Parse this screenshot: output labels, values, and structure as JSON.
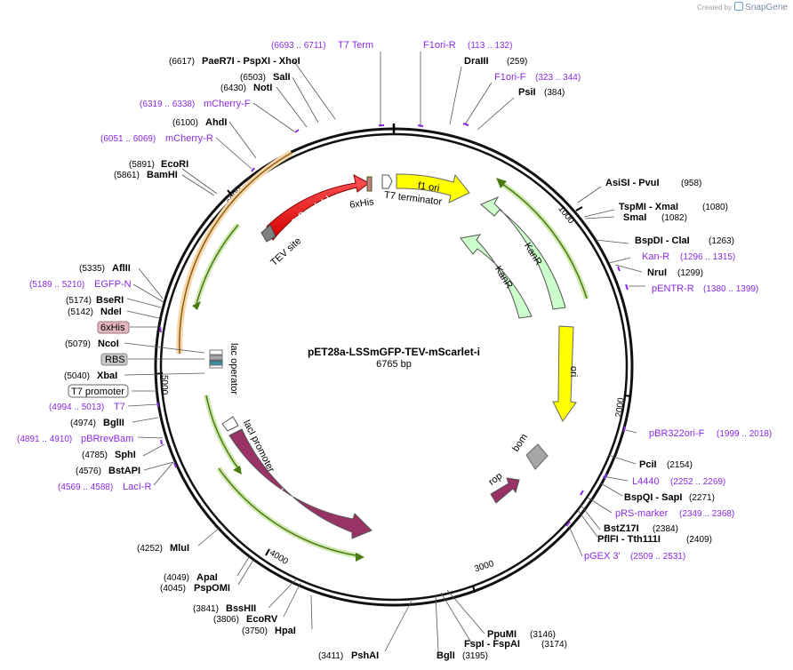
{
  "brand": {
    "created_by": "Created by",
    "name": "SnapGene"
  },
  "plasmid": {
    "name": "pET28a-LSSmGFP-TEV-mScarlet-i",
    "size": "6765 bp"
  },
  "ticks": [
    "1000",
    "2000",
    "3000",
    "4000",
    "5000",
    "6000"
  ],
  "features": {
    "mscarlet": "mScarlet-I",
    "his": "6xHis",
    "t7term": "T7 terminator",
    "f1ori": "f1 ori",
    "kanr1": "KanR",
    "kanr2": "KanR",
    "ori": "ori",
    "bom": "bom",
    "rop": "rop",
    "laci": "lacI",
    "laciprom": "lacI promoter",
    "lacop": "lac operator",
    "tev": "TEV site"
  },
  "labels": {
    "t7term_primer": {
      "pos": "(6693 .. 6711)",
      "name": "T7 Term"
    },
    "f1ori_r": {
      "name": "F1ori-R",
      "pos": "(113 .. 132)"
    },
    "draiii": {
      "name": "DraIII",
      "pos": "(259)"
    },
    "f1ori_f": {
      "name": "F1ori-F",
      "pos": "(323 .. 344)"
    },
    "psii": {
      "name": "PsiI",
      "pos": "(384)"
    },
    "asisi": {
      "name": "AsiSI - PvuI",
      "pos": "(958)"
    },
    "tspmi": {
      "name": "TspMI - XmaI",
      "pos": "(1080)"
    },
    "smai": {
      "name": "SmaI",
      "pos": "(1082)"
    },
    "bspdi": {
      "name": "BspDI - ClaI",
      "pos": "(1263)"
    },
    "kanr_primer": {
      "name": "Kan-R",
      "pos": "(1296 .. 1315)"
    },
    "nrui": {
      "name": "NruI",
      "pos": "(1299)"
    },
    "pentr": {
      "name": "pENTR-R",
      "pos": "(1380 .. 1399)"
    },
    "pbr322": {
      "name": "pBR322ori-F",
      "pos": "(1999 .. 2018)"
    },
    "pcii": {
      "name": "PciI",
      "pos": "(2154)"
    },
    "l4440": {
      "name": "L4440",
      "pos": "(2252 .. 2269)"
    },
    "bspqi": {
      "name": "BspQI - SapI",
      "pos": "(2271)"
    },
    "prs": {
      "name": "pRS-marker",
      "pos": "(2349 .. 2368)"
    },
    "bstz17i": {
      "name": "BstZ17I",
      "pos": "(2384)"
    },
    "pflfi": {
      "name": "PflFI - Tth111I",
      "pos": "(2409)"
    },
    "pgex": {
      "name": "pGEX 3'",
      "pos": "(2509 .. 2531)"
    },
    "ppumi": {
      "name": "PpuMI",
      "pos": "(3146)"
    },
    "fspi": {
      "name": "FspI - FspAI",
      "pos": "(3174)"
    },
    "bgli": {
      "name": "BglI",
      "pos": "(3195)"
    },
    "pshai": {
      "pos": "(3411)",
      "name": "PshAI"
    },
    "hpai": {
      "pos": "(3750)",
      "name": "HpaI"
    },
    "ecorv": {
      "pos": "(3806)",
      "name": "EcoRV"
    },
    "bsshii": {
      "pos": "(3841)",
      "name": "BssHII"
    },
    "pspomi": {
      "pos": "(4045)",
      "name": "PspOMI"
    },
    "apai": {
      "pos": "(4049)",
      "name": "ApaI"
    },
    "mlui": {
      "pos": "(4252)",
      "name": "MluI"
    },
    "laci_r": {
      "pos": "(4569 .. 4588)",
      "name": "LacI-R"
    },
    "bstapi": {
      "pos": "(4576)",
      "name": "BstAPI"
    },
    "sphi": {
      "pos": "(4785)",
      "name": "SphI"
    },
    "pbrrevbam": {
      "pos": "(4891 .. 4910)",
      "name": "pBRrevBam"
    },
    "bglii": {
      "pos": "(4974)",
      "name": "BglII"
    },
    "t7": {
      "pos": "(4994 .. 5013)",
      "name": "T7"
    },
    "t7prom": {
      "name": "T7 promoter"
    },
    "xbai": {
      "pos": "(5040)",
      "name": "XbaI"
    },
    "rbs": {
      "name": "RBS"
    },
    "ncoi": {
      "pos": "(5079)",
      "name": "NcoI"
    },
    "his_box": {
      "name": "6xHis"
    },
    "ndei": {
      "pos": "(5142)",
      "name": "NdeI"
    },
    "bseri": {
      "pos": "(5174)",
      "name": "BseRI"
    },
    "egfpn": {
      "pos": "(5189 .. 5210)",
      "name": "EGFP-N"
    },
    "aflii": {
      "pos": "(5335)",
      "name": "AflII"
    },
    "bamhi": {
      "pos": "(5861)",
      "name": "BamHI"
    },
    "ecori": {
      "pos": "(5891)",
      "name": "EcoRI"
    },
    "mcherryr": {
      "pos": "(6051 .. 6069)",
      "name": "mCherry-R"
    },
    "ahdi": {
      "pos": "(6100)",
      "name": "AhdI"
    },
    "mcherryf": {
      "pos": "(6319 .. 6338)",
      "name": "mCherry-F"
    },
    "noti": {
      "pos": "(6430)",
      "name": "NotI"
    },
    "sali": {
      "pos": "(6503)",
      "name": "SalI"
    },
    "paer7i": {
      "pos": "(6617)",
      "name": "PaeR7I - PspXI - XhoI"
    }
  },
  "colors": {
    "mscarlet": "#ff0000",
    "f1ori": "#ffff00",
    "kanr": "#ccffcc",
    "ori": "#ffff00",
    "laci": "#993366",
    "rop": "#993366",
    "bom": "#a6a6a6",
    "primer": "#8a2be2",
    "gene_highlight_orange": "#f2c27a",
    "gene_highlight_green": "#6b9e2a"
  }
}
